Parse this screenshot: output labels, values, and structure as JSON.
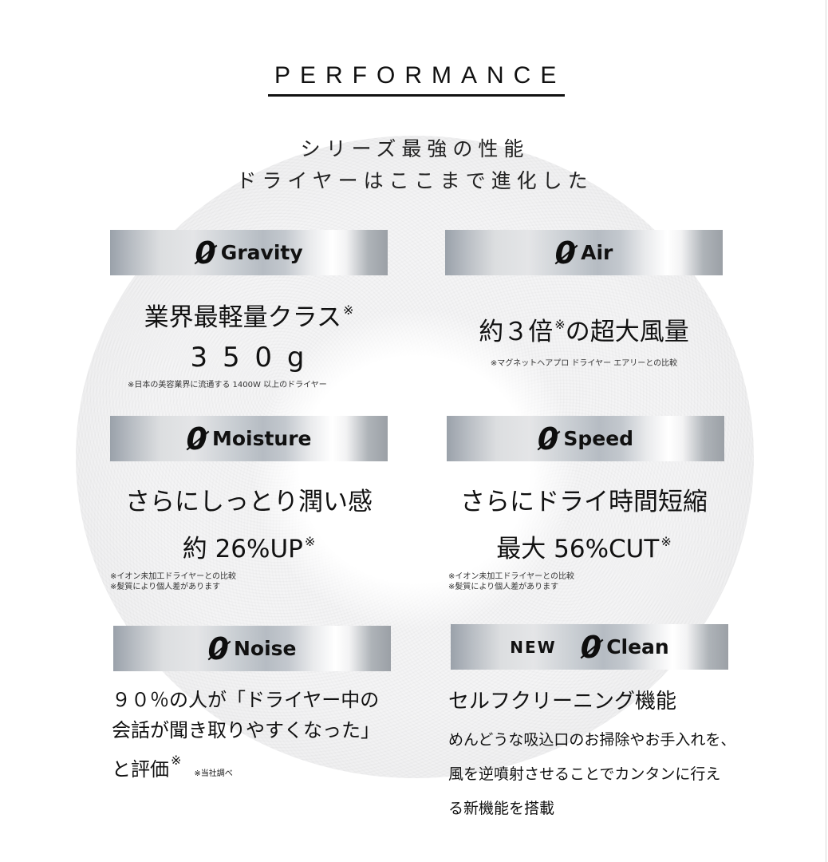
{
  "header": {
    "title": "PERFORMANCE",
    "subtitle_line1": "シリーズ最強の性能",
    "subtitle_line2": "ドライヤーはここまで進化した"
  },
  "zero_symbol": "0",
  "features": {
    "gravity": {
      "label": "Gravity",
      "headline_line1": "業界最軽量クラス",
      "headline_mark": "※",
      "headline_line2": "3 5 0 g",
      "note": "※日本の美容業界に流通する 1400W 以上のドライヤー"
    },
    "air": {
      "label": "Air",
      "headline_pre": "約３倍",
      "headline_mark": "※",
      "headline_post": "の超大風量",
      "note": "※マグネットヘアプロ ドライヤー エアリーとの比較"
    },
    "moisture": {
      "label": "Moisture",
      "headline_line1": "さらにしっとり潤い感",
      "headline_line2": "約 26%UP",
      "headline_mark": "※",
      "note_line1": "※イオン未加工ドライヤーとの比較",
      "note_line2": "※髪質により個人差があります"
    },
    "speed": {
      "label": "Speed",
      "headline_line1": "さらにドライ時間短縮",
      "headline_line2": "最大 56%CUT",
      "headline_mark": "※",
      "note_line1": "※イオン未加工ドライヤーとの比較",
      "note_line2": "※髪質により個人差があります"
    },
    "noise": {
      "label": "Noise",
      "line1": "９０％の人が「ドライヤー中の",
      "line2": "会話が聞き取りやすくなった」",
      "line3": "と評価",
      "mark": "※",
      "note": "※当社調べ"
    },
    "clean": {
      "badge": "NEW",
      "label": "Clean",
      "headline": "セルフクリーニング機能",
      "desc_line1": "めんどうな吸込口のお掃除やお手入れを、",
      "desc_line2": "風を逆噴射させることでカンタンに行え",
      "desc_line3": "る新機能を搭載"
    }
  }
}
